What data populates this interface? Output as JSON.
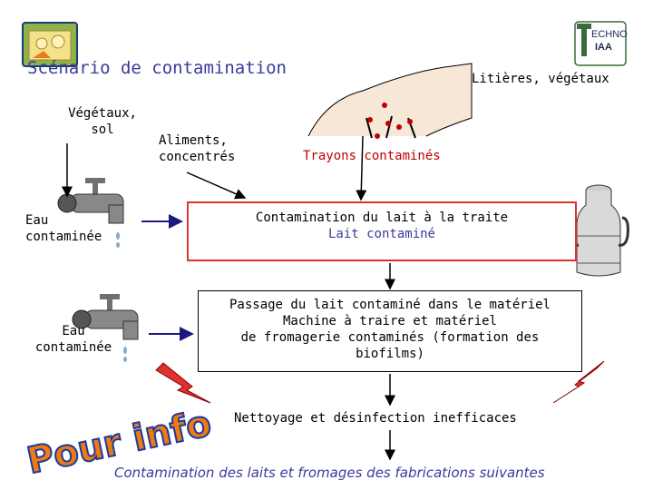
{
  "title": "Scénario de contamination",
  "sources": {
    "vegetaux_sol": [
      "Végétaux,",
      "sol"
    ],
    "aliments": [
      "Aliments,",
      "concentrés"
    ],
    "litieres": "Litières, végétaux",
    "trayons": "Trayons contaminés",
    "eau1": [
      "Eau",
      "contaminée"
    ],
    "eau2": [
      "Eau",
      "contaminée"
    ]
  },
  "boxes": {
    "traite": [
      "Contamination du lait à la traite",
      "Lait contaminé"
    ],
    "materiel": [
      "Passage du lait contaminé dans le matériel",
      "Machine à traire et matériel",
      "de fromagerie contaminés (formation des",
      "biofilms)"
    ],
    "nettoyage": "Nettoyage et désinfection inefficaces"
  },
  "conclusion": "Contamination des laits et fromages des fabrications suivantes",
  "logo": {
    "right_text": [
      "ECHNO",
      "IAA"
    ]
  },
  "pour_info": "Pour info",
  "colors": {
    "title": "#3a3a9c",
    "red": "#e03030",
    "blue_arrow": "#1a1a80",
    "orange": "#f07a10"
  }
}
